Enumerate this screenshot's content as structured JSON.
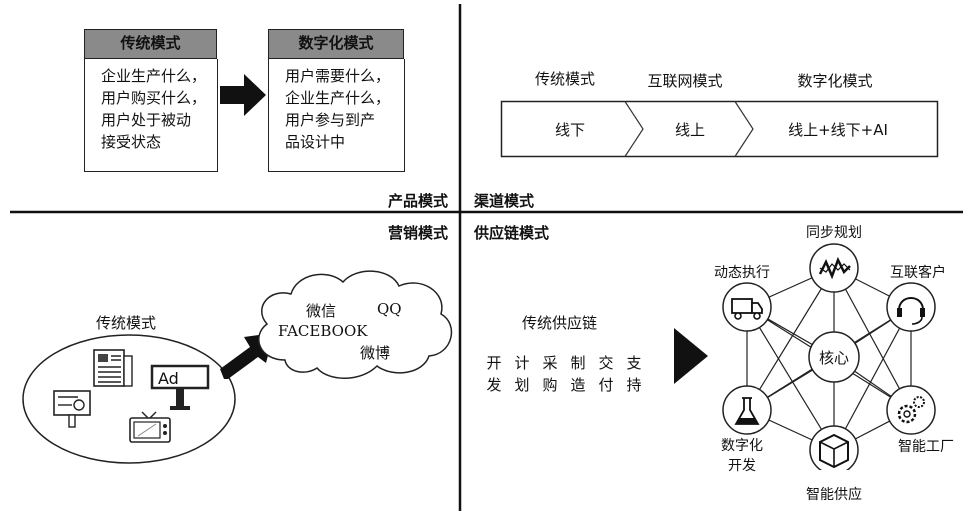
{
  "quadrants": {
    "product": "产品模式",
    "channel": "渠道模式",
    "marketing": "营销模式",
    "supply_chain": "供应链模式"
  },
  "product": {
    "traditional": {
      "title": "传统模式",
      "lines": [
        "企业生产什么，",
        "用户购买什么，",
        "用户处于被动",
        "接受状态"
      ]
    },
    "digital": {
      "title": "数字化模式",
      "lines": [
        "用户需要什么，",
        "企业生产什么，",
        "用户参与到产",
        "品设计中"
      ]
    }
  },
  "channel": {
    "headers": [
      "传统模式",
      "互联网模式",
      "数字化模式"
    ],
    "segments": [
      "线下",
      "线上",
      "线上+线下+AI"
    ]
  },
  "marketing": {
    "traditional_label": "传统模式",
    "cloud_items": [
      "微信",
      "QQ",
      "FACEBOOK",
      "微博"
    ],
    "media_icons": [
      "newspaper-icon",
      "billboard-icon",
      "radio-icon",
      "tv-icon"
    ],
    "billboard_text": "Ad"
  },
  "supply_chain": {
    "traditional_label": "传统供应链",
    "columns": [
      [
        "开",
        "发"
      ],
      [
        "计",
        "划"
      ],
      [
        "采",
        "购"
      ],
      [
        "制",
        "造"
      ],
      [
        "交",
        "付"
      ],
      [
        "支",
        "持"
      ]
    ],
    "center": "核心",
    "nodes": [
      "同步规划",
      "互联客户",
      "智能工厂",
      "智能供应",
      "数字化开发",
      "动态执行"
    ],
    "node_label_lines": {
      "digital_dev": [
        "数字化",
        "开发"
      ]
    }
  }
}
